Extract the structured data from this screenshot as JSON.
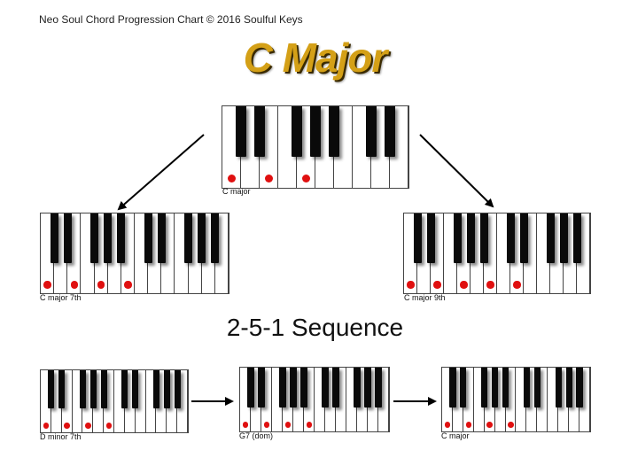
{
  "header": {
    "text": "Neo Soul Chord Progression Chart © 2016 Soulful Keys"
  },
  "title": "C Major",
  "subtitle": "2-5-1 Sequence",
  "keyboards": [
    {
      "id": "c-major",
      "label": "C major",
      "white_keys": 10,
      "dots": [
        1,
        2,
        3
      ]
    },
    {
      "id": "c-major-7th",
      "label": "C major 7th",
      "white_keys": 14,
      "dots": [
        1,
        2,
        3,
        4
      ]
    },
    {
      "id": "c-major-9th",
      "label": "C major 9th",
      "white_keys": 14,
      "dots": [
        1,
        2,
        3,
        4,
        5
      ]
    },
    {
      "id": "d-minor-7th",
      "label": "D minor 7th",
      "white_keys": 14,
      "dots": [
        1,
        2,
        3,
        4
      ]
    },
    {
      "id": "g7-dom",
      "label": "G7 (dom)",
      "white_keys": 14,
      "dots": [
        1,
        2,
        3,
        4
      ]
    },
    {
      "id": "c-major-small",
      "label": "C major",
      "white_keys": 14,
      "dots": [
        1,
        2,
        3,
        4
      ]
    }
  ],
  "colors": {
    "title": "#d4a017",
    "dot": "#e01010",
    "black_key": "#0a0a0a"
  }
}
